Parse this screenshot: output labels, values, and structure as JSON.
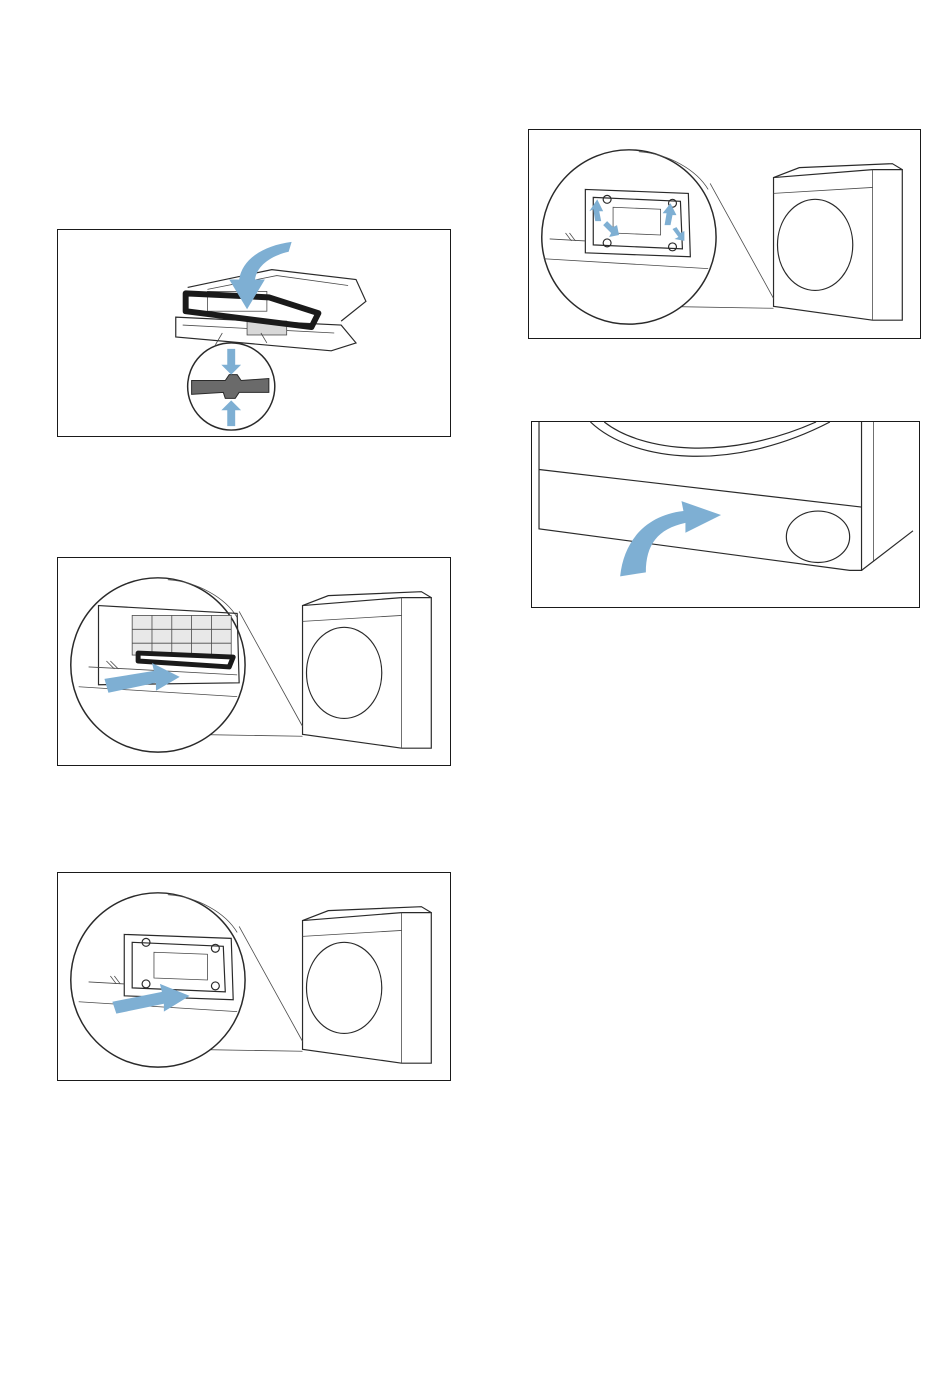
{
  "colors": {
    "accent_arrow": "#7eafd3",
    "line": "#2a2a2a",
    "seal_dark": "#1a1a1a",
    "part_grey": "#6a6a6a",
    "mesh_grey": "#cfcfcf"
  },
  "figures": [
    {
      "name": "filter-seal-insert-figure",
      "icons": [
        "curved-down-arrow-icon",
        "press-down-arrow-icon",
        "press-up-arrow-icon"
      ]
    },
    {
      "name": "filter-insert-figure",
      "icons": [
        "push-right-arrow-icon"
      ]
    },
    {
      "name": "filter-cover-insert-figure",
      "icons": [
        "push-right-arrow-icon"
      ]
    },
    {
      "name": "cover-latch-figure",
      "icons": [
        "latch-arrow-icon"
      ]
    },
    {
      "name": "close-maintenance-flap-figure",
      "icons": [
        "curved-up-arrow-icon"
      ]
    }
  ]
}
